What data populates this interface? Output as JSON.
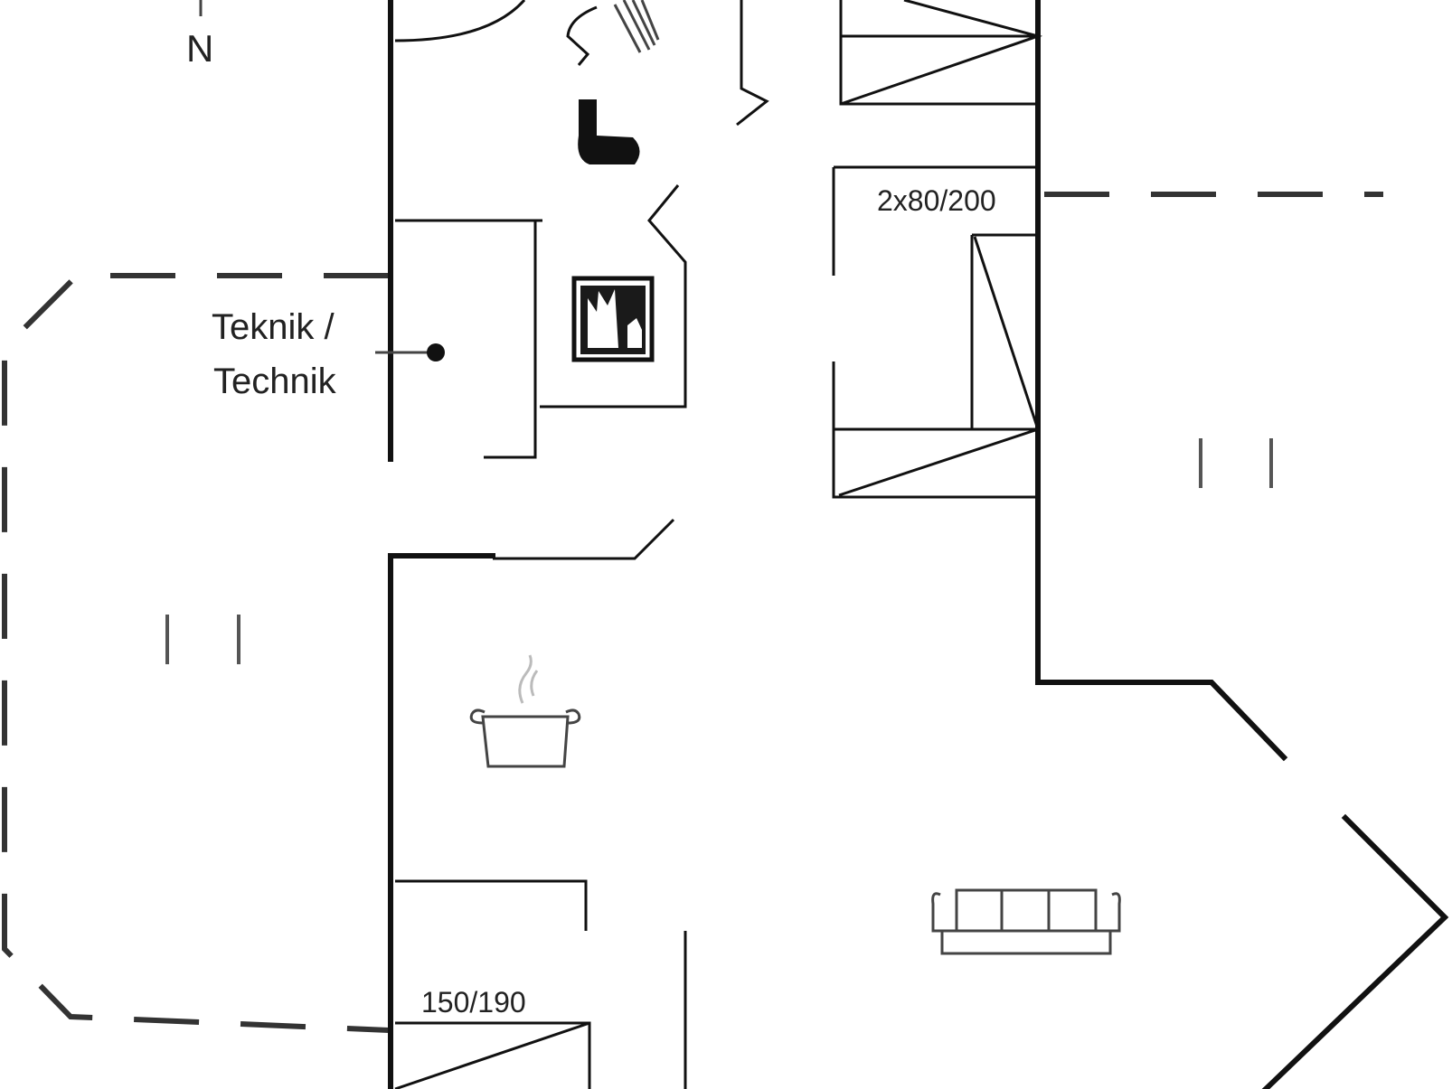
{
  "labels": {
    "compass": "N",
    "tech_line1": "Teknik /",
    "tech_line2": "Technik",
    "bed_double": "2x80/200",
    "bed_single": "150/190"
  },
  "colors": {
    "wall": "#111111",
    "dashed_outline": "#333333",
    "background": "#ffffff"
  },
  "icons": [
    "compass-arrow-icon",
    "shower-icon",
    "toilet-icon",
    "fireplace-icon",
    "cooking-pot-icon",
    "sofa-icon",
    "technical-point-icon"
  ]
}
